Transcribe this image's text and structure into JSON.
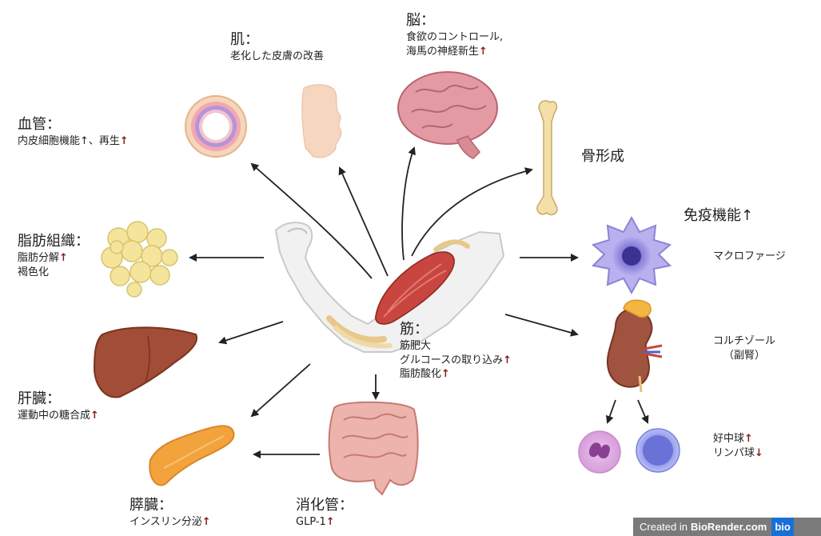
{
  "skin": {
    "title": "肌：",
    "line1": "老化した皮膚の改善"
  },
  "brain": {
    "title": "脳：",
    "line1": "食欲のコントロール,",
    "line2_text": "海馬の神経新生",
    "line2_arrow": "↑"
  },
  "vessel": {
    "title": "血管：",
    "line1_text": "内皮細胞機能↑、再生",
    "line1_arrow": "↑"
  },
  "bone": {
    "title": "骨形成"
  },
  "fat": {
    "title": "脂肪組織：",
    "line1_text": "脂肪分解",
    "line1_arrow": "↑",
    "line2": "褐色化"
  },
  "immune": {
    "title": "免疫機能↑",
    "macrophage": "マクロファージ",
    "cortisol_line1": "コルチゾール",
    "cortisol_line2": "（副腎）",
    "neutrophil_text": "好中球",
    "neutrophil_arrow": "↑",
    "lymph_text": "リンパ球",
    "lymph_arrow": "↓"
  },
  "muscle": {
    "title": "筋：",
    "line1": "筋肥大",
    "line2_text": "グルコースの取り込み",
    "line2_arrow": "↑",
    "line3_text": "脂肪酸化",
    "line3_arrow": "↑"
  },
  "liver": {
    "title": "肝臓：",
    "line1_text": "運動中の糖合成",
    "line1_arrow": "↑"
  },
  "pancreas": {
    "title": "膵臓：",
    "line1_text": "インスリン分泌",
    "line1_arrow": "↑"
  },
  "gut": {
    "title": "消化管：",
    "line1_text": "GLP-1",
    "line1_arrow": "↑"
  },
  "credit": {
    "prefix": "Created in",
    "brand": "BioRender.com",
    "tag": "bio"
  },
  "colors": {
    "arrow": "#222222",
    "up_arrow": "#8a1c1c",
    "brain": "#d98b95",
    "liver": "#9c4a36",
    "pancreas": "#f0a23a",
    "gut": "#e88f86",
    "macrophage": "#8c83d6",
    "fat": "#f4e08f",
    "muscle": "#c9453f"
  }
}
